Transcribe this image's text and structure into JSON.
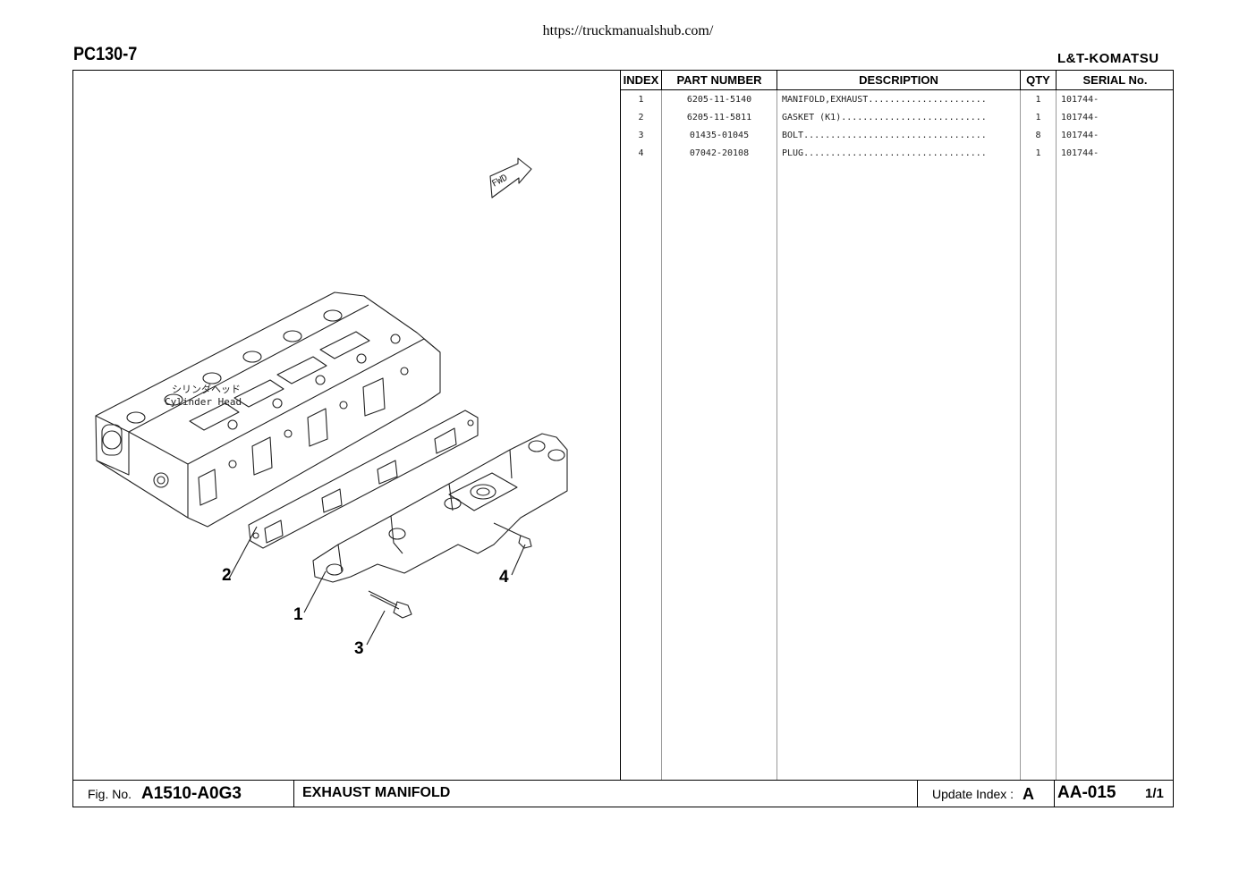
{
  "header": {
    "url": "https://truckmanualshub.com/",
    "model": "PC130-7",
    "brand": "L&T-KOMATSU"
  },
  "illustration": {
    "fwd_label": "FWD",
    "label_jp": "シリンダヘッド",
    "label_en": "Cylinder Head",
    "callouts": [
      "1",
      "2",
      "3",
      "4"
    ]
  },
  "table": {
    "headers": {
      "index": "INDEX",
      "part_number": "PART NUMBER",
      "description": "DESCRIPTION",
      "qty": "QTY",
      "serial": "SERIAL No."
    },
    "rows": [
      {
        "index": "1",
        "part_number": "6205-11-5140",
        "description": "MANIFOLD,EXHAUST......................",
        "qty": "1",
        "serial": "101744-"
      },
      {
        "index": "2",
        "part_number": "6205-11-5811",
        "description": "GASKET (K1)...........................",
        "qty": "1",
        "serial": "101744-"
      },
      {
        "index": "3",
        "part_number": "01435-01045",
        "description": "BOLT..................................",
        "qty": "8",
        "serial": "101744-"
      },
      {
        "index": "4",
        "part_number": "07042-20108",
        "description": "PLUG..................................",
        "qty": "1",
        "serial": "101744-"
      }
    ]
  },
  "footer": {
    "fig_label": "Fig. No.",
    "fig_number": "A1510-A0G3",
    "title": "EXHAUST MANIFOLD",
    "update_label": "Update Index :",
    "update_value": "A",
    "page_code": "AA-015",
    "page_count": "1/1"
  }
}
